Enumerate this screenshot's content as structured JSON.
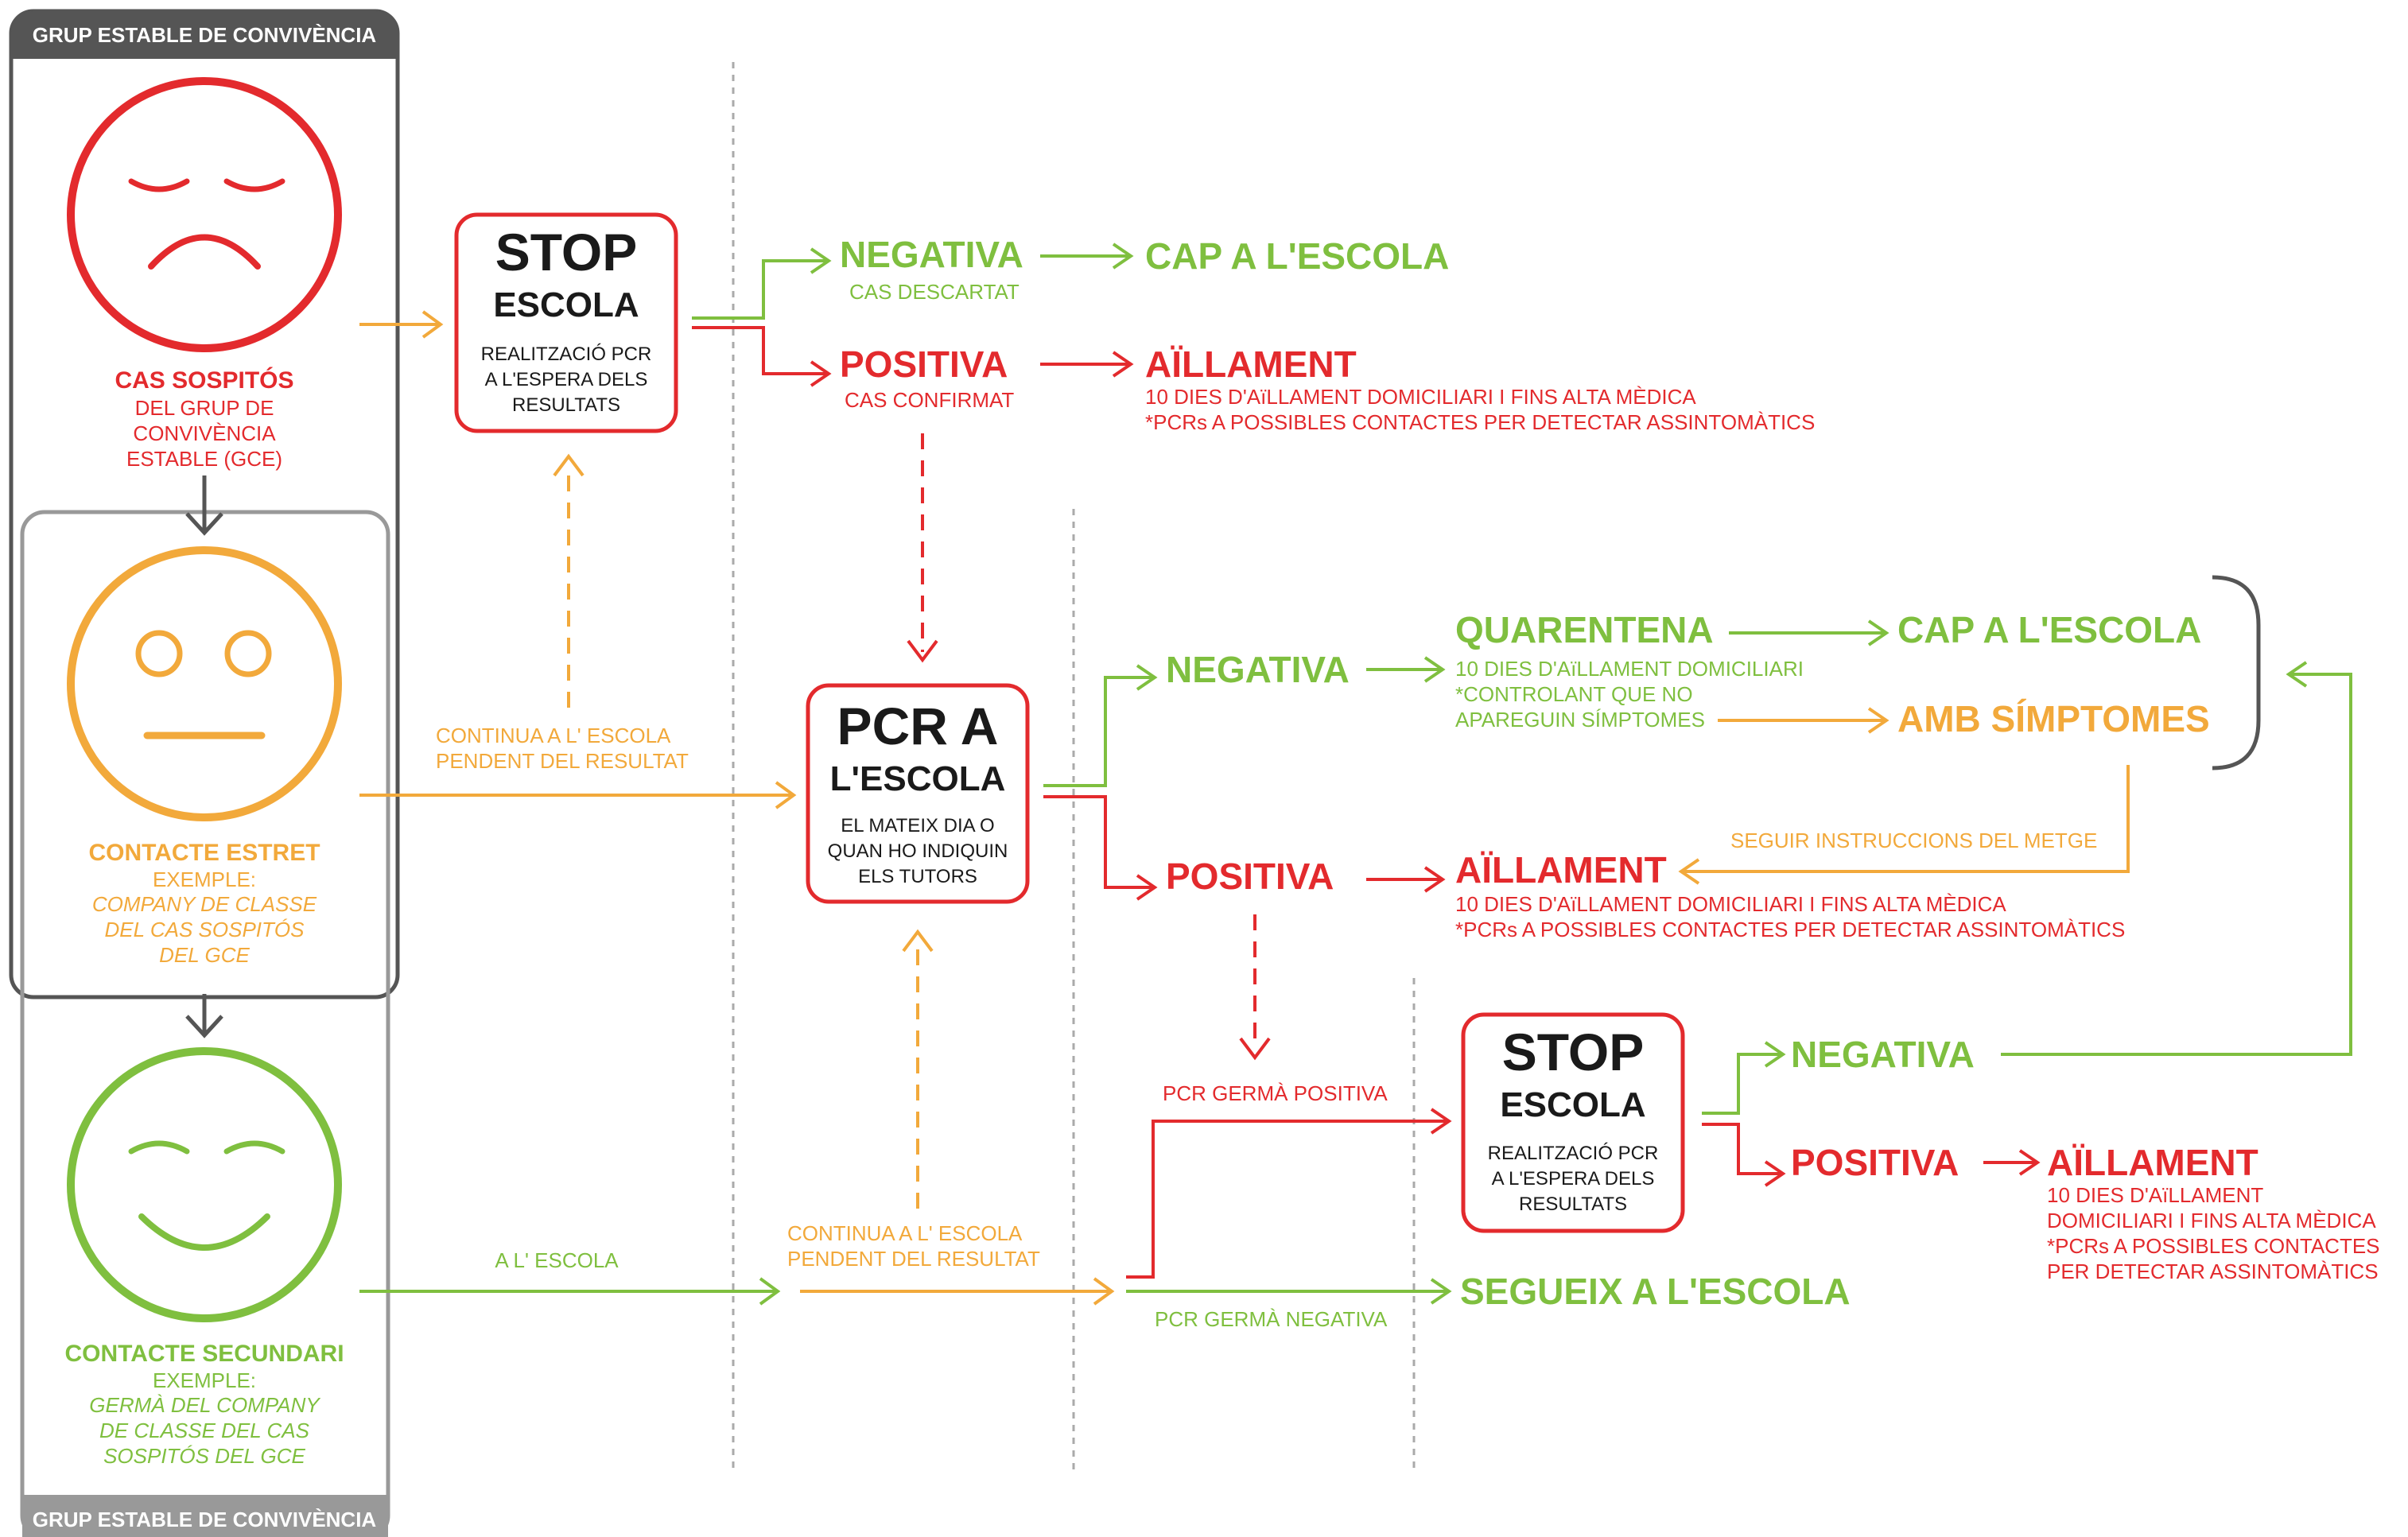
{
  "colors": {
    "red": "#e32a2d",
    "orange": "#f2a93b",
    "green": "#7fbf3f",
    "gray": "#555555",
    "black": "#1a1a1a"
  },
  "groups": {
    "top_label": "GRUP ESTABLE DE CONVIVÈNCIA",
    "bottom_label": "GRUP ESTABLE DE CONVIVÈNCIA"
  },
  "cas_sospitos": {
    "icon": "sad-face-icon",
    "title": "CAS SOSPITÓS",
    "lines": [
      "DEL GRUP DE",
      "CONVIVÈNCIA",
      "ESTABLE (GCE)"
    ]
  },
  "contacte_estret": {
    "icon": "neutral-face-icon",
    "title": "CONTACTE ESTRET",
    "example_label": "EXEMPLE:",
    "lines": [
      "COMPANY DE CLASSE",
      "DEL CAS SOSPITÓS",
      "DEL GCE"
    ]
  },
  "contacte_secundari": {
    "icon": "happy-face-icon",
    "title": "CONTACTE SECUNDARI",
    "example_label": "EXEMPLE:",
    "lines": [
      "GERMÀ DEL COMPANY",
      "DE CLASSE DEL CAS",
      "SOSPITÓS DEL GCE"
    ]
  },
  "stop1": {
    "title1": "STOP",
    "title2": "ESCOLA",
    "lines": [
      "REALITZACIÓ PCR",
      "A L'ESPERA DELS",
      "RESULTATS"
    ]
  },
  "pcr_box": {
    "title1": "PCR A",
    "title2": "L'ESCOLA",
    "lines": [
      "EL MATEIX DIA O",
      "QUAN HO INDIQUIN",
      "ELS TUTORS"
    ]
  },
  "stop2": {
    "title1": "STOP",
    "title2": "ESCOLA",
    "lines": [
      "REALITZACIÓ PCR",
      "A L'ESPERA DELS",
      "RESULTATS"
    ]
  },
  "r1": {
    "neg": "NEGATIVA",
    "neg_sub": "CAS DESCARTAT",
    "neg_out": "CAP A L'ESCOLA",
    "pos": "POSITIVA",
    "pos_sub": "CAS CONFIRMAT",
    "pos_out": "AÏLLAMENT",
    "pos_lines": [
      "10 DIES D'AïLLAMENT DOMICILIARI I FINS ALTA MÈDICA",
      "*PCRs A POSSIBLES CONTACTES PER DETECTAR ASSINTOMÀTICS"
    ]
  },
  "r2": {
    "continua": [
      "CONTINUA A L' ESCOLA",
      "PENDENT DEL RESULTAT"
    ],
    "neg": "NEGATIVA",
    "quarentena": "QUARENTENA",
    "quar_lines": [
      "10 DIES D'AïLLAMENT DOMICILIARI",
      "*CONTROLANT QUE NO",
      "APAREGUIN SÍMPTOMES"
    ],
    "cap": "CAP A L'ESCOLA",
    "simptomes": "AMB SÍMPTOMES",
    "seguir": "SEGUIR INSTRUCCIONS DEL METGE",
    "pos": "POSITIVA",
    "pos_out": "AÏLLAMENT",
    "pos_lines": [
      "10 DIES D'AïLLAMENT DOMICILIARI I FINS ALTA MÈDICA",
      "*PCRs A POSSIBLES CONTACTES PER DETECTAR ASSINTOMÀTICS"
    ]
  },
  "r3": {
    "a_escola": "A L' ESCOLA",
    "continua": [
      "CONTINUA A L' ESCOLA",
      "PENDENT DEL RESULTAT"
    ],
    "germa_pos": "PCR GERMÀ POSITIVA",
    "germa_neg": "PCR GERMÀ NEGATIVA",
    "segueix": "SEGUEIX A L'ESCOLA",
    "neg": "NEGATIVA",
    "pos": "POSITIVA",
    "pos_out": "AÏLLAMENT",
    "pos_lines": [
      "10 DIES D'AïLLAMENT",
      "DOMICILIARI I FINS ALTA MÈDICA",
      "*PCRs A POSSIBLES CONTACTES",
      "PER DETECTAR ASSINTOMÀTICS"
    ]
  }
}
